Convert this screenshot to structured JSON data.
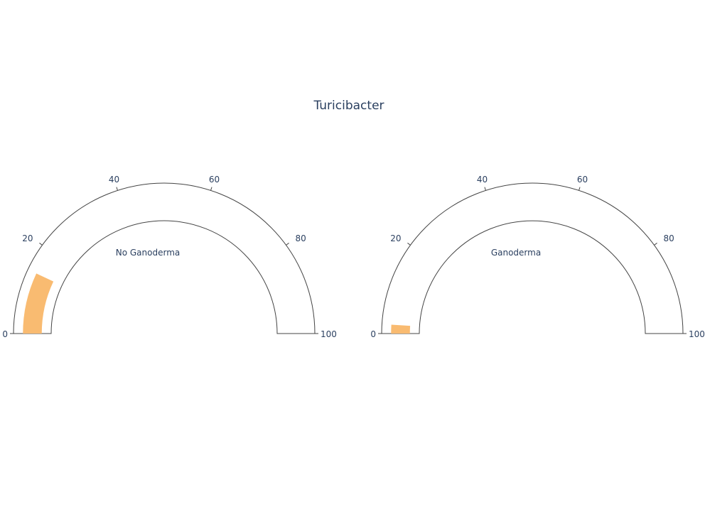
{
  "chart_data": {
    "type": "gauge",
    "title": "Turicibacter",
    "axis_range": [
      0,
      100
    ],
    "tick_values": [
      0,
      20,
      40,
      60,
      80,
      100
    ],
    "tick_labels": [
      "0",
      "20",
      "40",
      "60",
      "80",
      "100"
    ],
    "bar_color": "#f9bb71",
    "outline_color": "#444444",
    "gauges": [
      {
        "name": "No Ganoderma",
        "value": 14
      },
      {
        "name": "Ganoderma",
        "value": 2
      }
    ]
  }
}
